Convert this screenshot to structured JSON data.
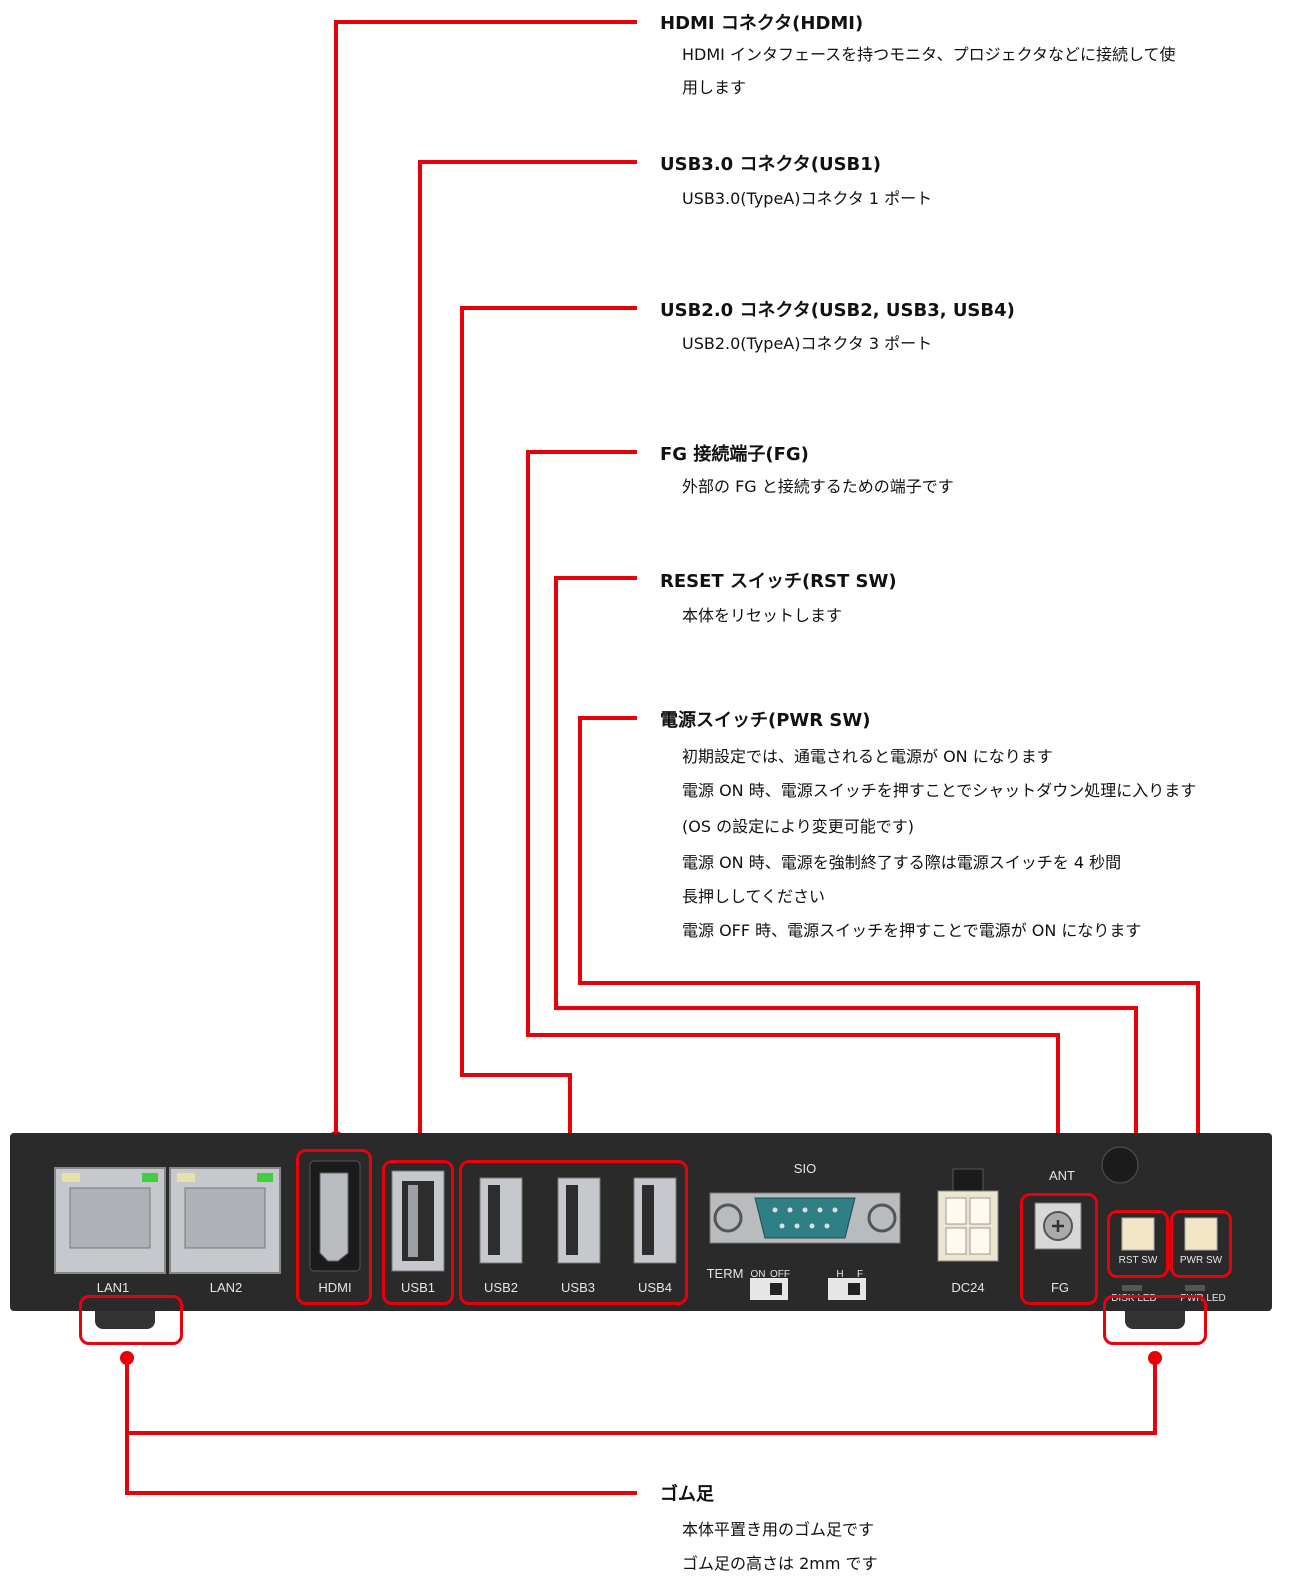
{
  "callouts": {
    "hdmi": {
      "title": "HDMI コネクタ(HDMI)",
      "lines": [
        "HDMI インタフェースを持つモニタ、プロジェクタなどに接続して使",
        "用します"
      ]
    },
    "usb1": {
      "title": "USB3.0 コネクタ(USB1)",
      "lines": [
        "USB3.0(TypeA)コネクタ 1 ポート"
      ]
    },
    "usb234": {
      "title": "USB2.0 コネクタ(USB2, USB3, USB4)",
      "lines": [
        "USB2.0(TypeA)コネクタ 3 ポート"
      ]
    },
    "fg": {
      "title": "FG 接続端子(FG)",
      "lines": [
        "外部の FG と接続するための端子です"
      ]
    },
    "rst": {
      "title": "RESET スイッチ(RST SW)",
      "lines": [
        "本体をリセットします"
      ]
    },
    "pwr": {
      "title": "電源スイッチ(PWR SW)",
      "lines": [
        "初期設定では、通電されると電源が ON になります",
        "電源 ON 時、電源スイッチを押すことでシャットダウン処理に入ります",
        "(OS の設定により変更可能です)",
        "電源 ON 時、電源を強制終了する際は電源スイッチを 4 秒間",
        "長押ししてください",
        "電源 OFF 時、電源スイッチを押すことで電源が ON になります"
      ]
    },
    "foot": {
      "title": "ゴム足",
      "lines": [
        "本体平置き用のゴム足です",
        "ゴム足の高さは 2mm です"
      ]
    }
  },
  "device_labels": {
    "lan1": "LAN1",
    "lan2": "LAN2",
    "hdmi": "HDMI",
    "usb1": "USB1",
    "usb2": "USB2",
    "usb3": "USB3",
    "usb4": "USB4",
    "sio": "SIO",
    "term": "TERM",
    "on": "ON",
    "off": "OFF",
    "h": "H",
    "f": "F",
    "dc24": "DC24",
    "ant": "ANT",
    "fg": "FG",
    "rst_sw": "RST SW",
    "pwr_sw": "PWR SW",
    "disk_led": "DISK LED",
    "pwr_led": "PWR LED"
  },
  "colors": {
    "leader": "#e8000b",
    "chassis": "#2a2a2a",
    "port_metal": "#c5c8cc",
    "serial": "#2e7f86"
  }
}
